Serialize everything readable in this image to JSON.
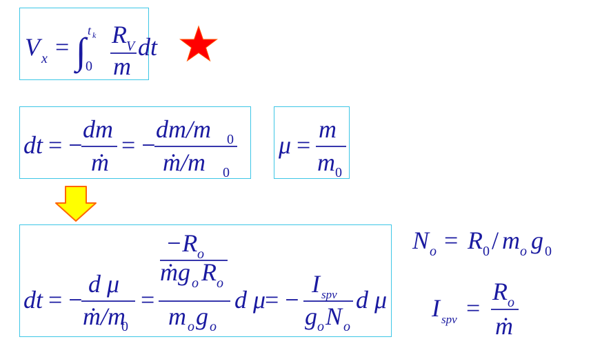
{
  "equations": {
    "velocity": {
      "lhs": "V",
      "lhs_sub": "x",
      "equals": "=",
      "integral": "∫",
      "upper": "t",
      "upper_sub": "k",
      "lower": "0",
      "num": "R",
      "num_sub": "V",
      "den": "m",
      "diff": "dt"
    },
    "dt_def": {
      "lhs": "dt",
      "eq1": "= −",
      "num1": "dm",
      "den1": "ṁ",
      "eq2": "= −",
      "num2": "dm/m",
      "num2_sub": "0",
      "den2": "ṁ/m",
      "den2_sub": "0"
    },
    "mu_def": {
      "lhs": "μ",
      "equals": "=",
      "num": "m",
      "den": "m",
      "den_sub": "0"
    },
    "dt_mu": {
      "lhs": "dt",
      "eq1": "= −",
      "num1": "d μ",
      "den1": "ṁ/m",
      "den1_sub": "0",
      "eq2": "=",
      "inner_num": "−R",
      "inner_num_sub": "o",
      "inner_den_a": "ṁg",
      "inner_den_a_sub": "o",
      "inner_den_b": "R",
      "inner_den_b_sub": "o",
      "outer_den_a": "m",
      "outer_den_a_sub": "o",
      "outer_den_b": "g",
      "outer_den_b_sub": "o",
      "dmu1": "d μ",
      "eq3": "= −",
      "num3": "I",
      "num3_sub": "spv",
      "den3_a": "g",
      "den3_a_sub": "o",
      "den3_b": "N",
      "den3_b_sub": "o",
      "dmu2": "d μ"
    },
    "thrust_ratio": {
      "lhs": "N",
      "lhs_sub": "o",
      "equals": "=",
      "r": "R",
      "r_sub": "0",
      "slash": "/",
      "m": "m",
      "m_sub": "o",
      "g": "g",
      "g_sub": "0"
    },
    "specific_impulse": {
      "lhs": "I",
      "lhs_sub": "spv",
      "equals": "=",
      "num": "R",
      "num_sub": "o",
      "den": "ṁ"
    }
  },
  "colors": {
    "text": "#1a1aa0",
    "box_border": "#3cc6e6",
    "star": "#ff0000",
    "arrow_fill": "#ffff00",
    "arrow_stroke": "#ff6600"
  },
  "icons": {
    "star": "star-icon",
    "arrow": "arrow-down-icon"
  }
}
